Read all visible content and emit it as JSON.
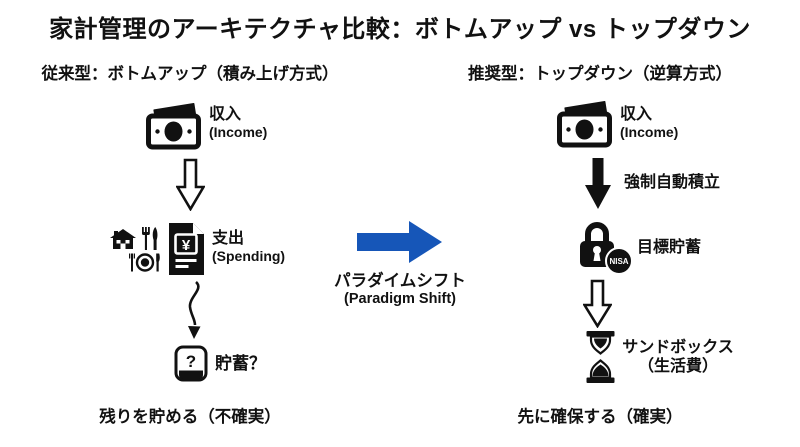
{
  "title": "家計管理のアーキテクチャ比較：ボトムアップ vs トップダウン",
  "left": {
    "header": "従来型：ボトムアップ（積み上げ方式）",
    "income": {
      "label": "収入",
      "sublabel": "(Income)"
    },
    "spending": {
      "label": "支出",
      "sublabel": "(Spending)",
      "currency_mark": "¥"
    },
    "savings": {
      "label": "貯蓄？",
      "mark": "?"
    },
    "footer": "残りを貯める（不確実）"
  },
  "center": {
    "label": "パラダイムシフト",
    "sublabel": "(Paradigm Shift)"
  },
  "right": {
    "header": "推奨型：トップダウン（逆算方式）",
    "income": {
      "label": "収入",
      "sublabel": "(Income)"
    },
    "transfer": {
      "label": "強制自動積立"
    },
    "goal": {
      "label": "目標貯蓄",
      "badge": "NISA"
    },
    "sandbox": {
      "label": "サンドボックス",
      "sublabel": "（生活費）"
    },
    "footer": "先に確保する（確実）"
  },
  "colors": {
    "accent_blue": "#1656b8",
    "ink": "#111111",
    "background": "#ffffff"
  },
  "icons": [
    "money-icon",
    "hollow-down-arrow-icon",
    "house-icon",
    "fork-knife-icon",
    "plate-icon",
    "receipt-yen-icon",
    "wavy-down-arrow-icon",
    "question-box-icon",
    "blue-right-arrow-icon",
    "solid-down-arrow-icon",
    "lock-icon",
    "nisa-badge",
    "hourglass-icon"
  ]
}
